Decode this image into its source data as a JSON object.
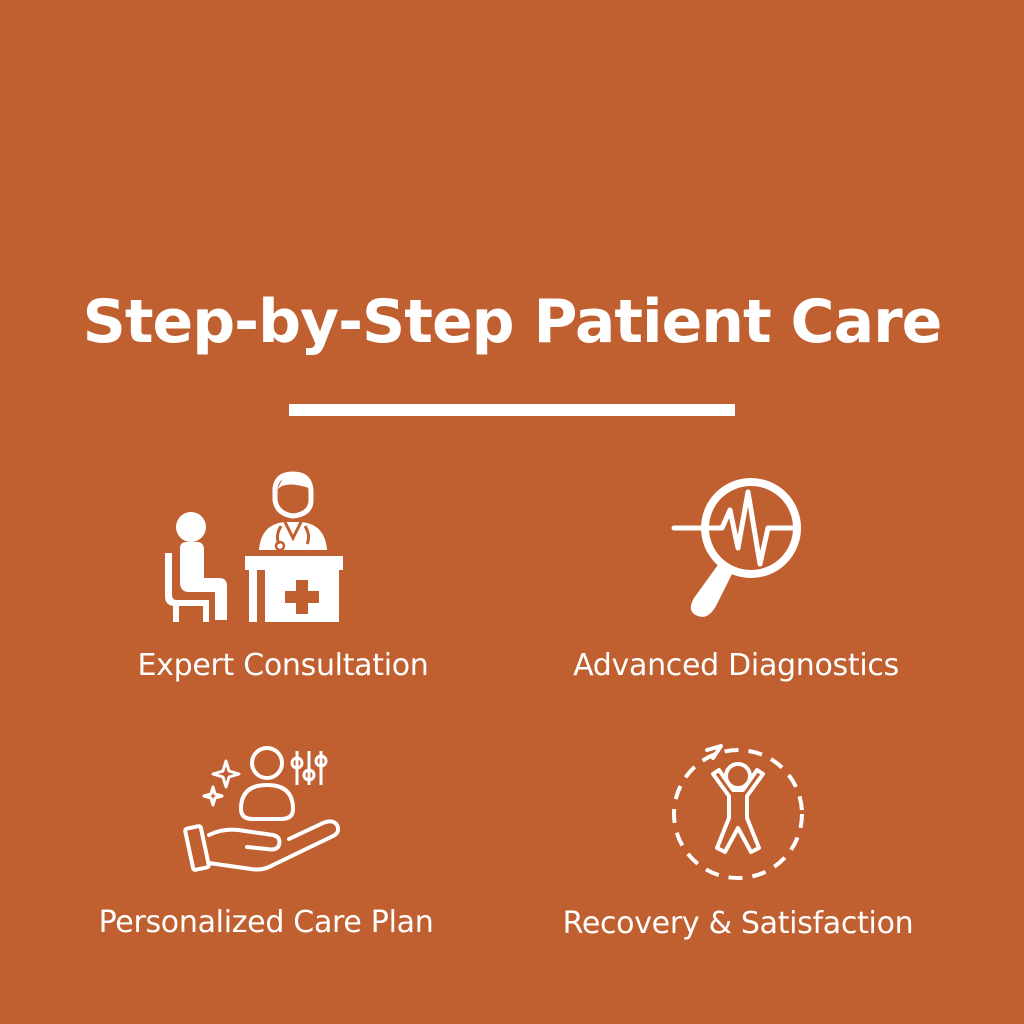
{
  "page": {
    "title": "Step-by-Step Patient Care",
    "background_color": "#c05f30",
    "foreground_color": "#ffffff"
  },
  "steps": [
    {
      "label": "Expert Consultation",
      "icon": "doctor-consultation-icon"
    },
    {
      "label": "Advanced Diagnostics",
      "icon": "magnifier-heartbeat-icon"
    },
    {
      "label": "Personalized Care Plan",
      "icon": "hand-person-settings-icon"
    },
    {
      "label": "Recovery & Satisfaction",
      "icon": "recovery-person-icon"
    }
  ]
}
